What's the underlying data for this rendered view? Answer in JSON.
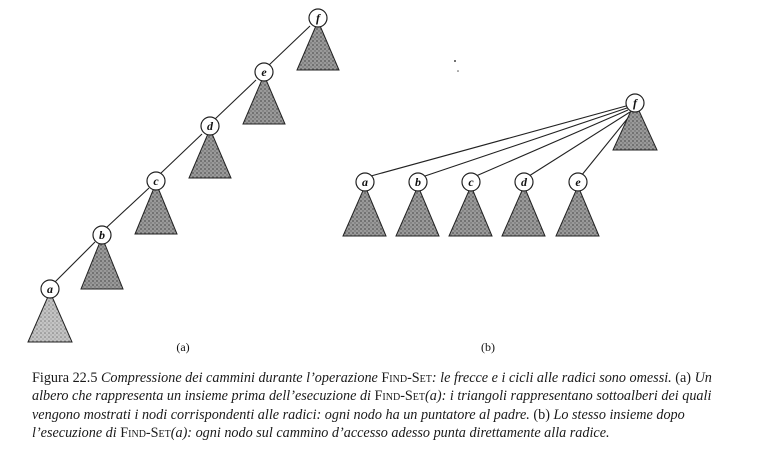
{
  "figure": {
    "panel_a": {
      "label": "(a)",
      "nodes": [
        "f",
        "e",
        "d",
        "c",
        "b",
        "a"
      ]
    },
    "panel_b": {
      "label": "(b)",
      "root": "f",
      "children": [
        "a",
        "b",
        "c",
        "d",
        "e"
      ]
    }
  },
  "caption": {
    "figure_number": "Figura 22.5",
    "line1_rest": "Compressione dei cammini durante l’operazione",
    "find_set": "Find-Set",
    "line1_tail": ": le frecce e i cicli alle radici sono omessi.",
    "part_a_marker": "(a)",
    "part_a_text_1": "Un albero che rappresenta un insieme prima dell’esecuzione di",
    "find_set_a": "Find-Set",
    "find_set_arg": "(a)",
    "part_a_text_2": ": i triangoli rappresentano sottoalberi dei quali vengono mostrati i nodi corrispondenti alle radici: ogni nodo ha un puntatore al padre.",
    "part_b_marker": "(b)",
    "part_b_text_1": "Lo stesso insieme dopo l’esecuzione di",
    "find_set_b": "Find-Set",
    "find_set_arg_b": "(a)",
    "part_b_text_2": ": ogni nodo sul cammino d’accesso adesso punta direttamente alla radice."
  },
  "colors": {
    "subtree_fill": "#8a8a8a",
    "ink": "#1a1a1a"
  }
}
